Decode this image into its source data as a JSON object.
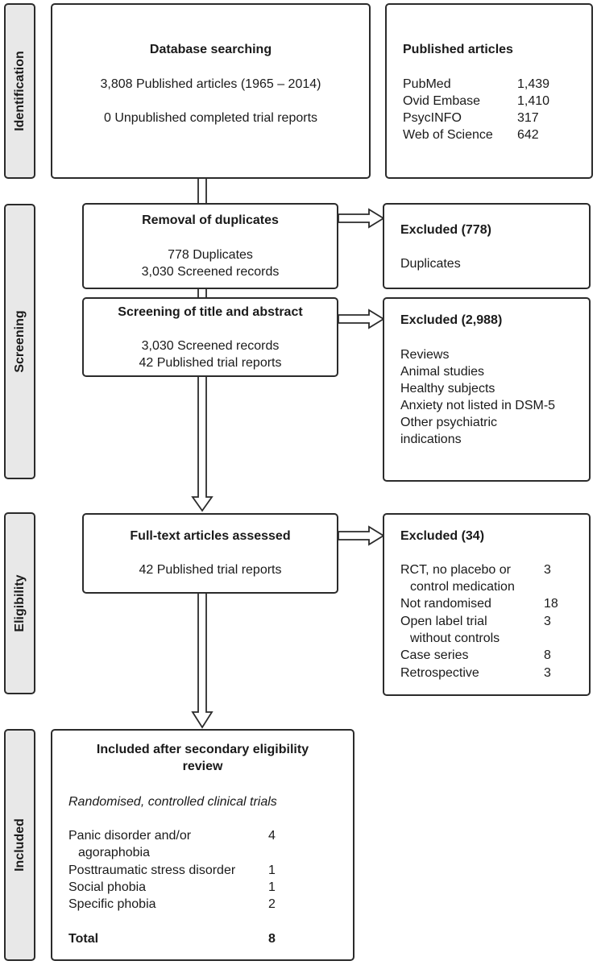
{
  "stages": {
    "identification": "Identification",
    "screening": "Screening",
    "eligibility": "Eligibility",
    "included": "Included"
  },
  "database": {
    "title": "Database searching",
    "line1": "3,808 Published articles (1965 – 2014)",
    "line2": "0 Unpublished completed trial reports"
  },
  "published": {
    "title": "Published articles",
    "rows": [
      {
        "name": "PubMed",
        "count": "1,439"
      },
      {
        "name": "Ovid Embase",
        "count": "1,410"
      },
      {
        "name": "PsycINFO",
        "count": "317"
      },
      {
        "name": "Web of Science",
        "count": "642"
      }
    ]
  },
  "duplicates": {
    "title": "Removal of duplicates",
    "line1": "778 Duplicates",
    "line2": "3,030 Screened records"
  },
  "excluded_dup": {
    "title": "Excluded (778)",
    "line1": "Duplicates"
  },
  "screening": {
    "title": "Screening of title and abstract",
    "line1": "3,030 Screened records",
    "line2": "42 Published trial reports"
  },
  "excluded_screen": {
    "title": "Excluded (2,988)",
    "items": [
      "Reviews",
      "Animal studies",
      "Healthy subjects",
      "Anxiety not listed in DSM-5",
      "Other psychiatric",
      "indications"
    ]
  },
  "fulltext": {
    "title": "Full-text articles assessed",
    "line1": "42 Published trial reports"
  },
  "excluded_full": {
    "title": "Excluded (34)",
    "rows": [
      {
        "label": "RCT, no placebo or",
        "count": "3"
      },
      {
        "label": "control medication",
        "count": ""
      },
      {
        "label": "Not randomised",
        "count": "18"
      },
      {
        "label": "Open label trial",
        "count": "3"
      },
      {
        "label": "without controls",
        "count": ""
      },
      {
        "label": "Case series",
        "count": "8"
      },
      {
        "label": "Retrospective",
        "count": "3"
      }
    ]
  },
  "included": {
    "title1": "Included after secondary eligibility",
    "title2": "review",
    "subtitle": "Randomised, controlled clinical trials",
    "rows": [
      {
        "label": "Panic disorder and/or",
        "count": "4"
      },
      {
        "label": "agoraphobia",
        "count": ""
      },
      {
        "label": "Posttraumatic stress disorder",
        "count": "1"
      },
      {
        "label": "Social phobia",
        "count": "1"
      },
      {
        "label": "Specific phobia",
        "count": "2"
      }
    ],
    "total_label": "Total",
    "total_value": "8"
  }
}
